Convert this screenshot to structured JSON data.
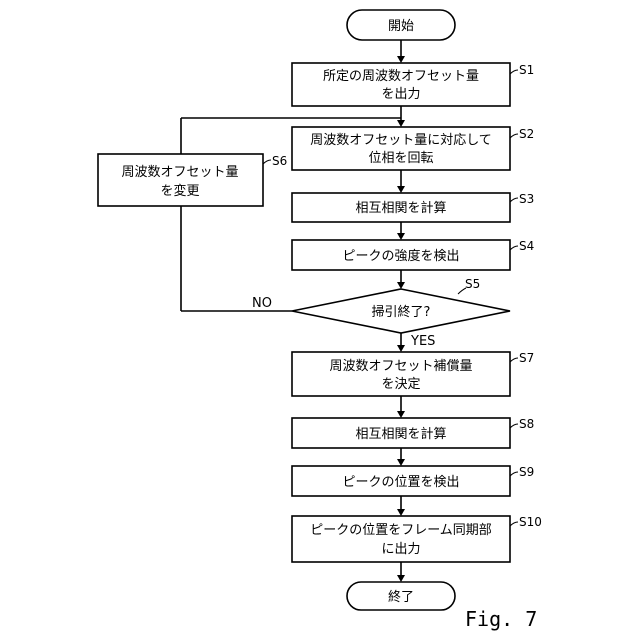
{
  "nodes": {
    "start": {
      "text": "開始"
    },
    "s1": {
      "lines": [
        "所定の周波数オフセット量",
        "を出力"
      ],
      "label": "S1"
    },
    "s2": {
      "lines": [
        "周波数オフセット量に対応して",
        "位相を回転"
      ],
      "label": "S2"
    },
    "s3": {
      "lines": [
        "相互相関を計算"
      ],
      "label": "S3"
    },
    "s4": {
      "lines": [
        "ピークの強度を検出"
      ],
      "label": "S4"
    },
    "s5": {
      "lines": [
        "掃引終了?"
      ],
      "label": "S5"
    },
    "s6": {
      "lines": [
        "周波数オフセット量",
        "を変更"
      ],
      "label": "S6"
    },
    "s7": {
      "lines": [
        "周波数オフセット補償量",
        "を決定"
      ],
      "label": "S7"
    },
    "s8": {
      "lines": [
        "相互相関を計算"
      ],
      "label": "S8"
    },
    "s9": {
      "lines": [
        "ピークの位置を検出"
      ],
      "label": "S9"
    },
    "s10": {
      "lines": [
        "ピークの位置をフレーム同期部",
        "に出力"
      ],
      "label": "S10"
    },
    "end": {
      "text": "終了"
    }
  },
  "branches": {
    "no": "NO",
    "yes": "YES"
  },
  "figure_label": "Fig. 7"
}
